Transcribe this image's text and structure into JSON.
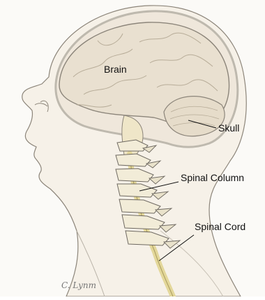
{
  "labels": {
    "brain": "Brain",
    "skull": "Skull",
    "spinal_column": "Spinal Column",
    "spinal_cord": "Spinal Cord"
  },
  "signature": "C. Lynm",
  "colors": {
    "brain_fill": "#e9e0d0",
    "skull_line": "#b9b3a8",
    "spinal_cord": "#e3d79a",
    "vertebra": "#f2ecd8",
    "outline": "#6f6a62"
  }
}
